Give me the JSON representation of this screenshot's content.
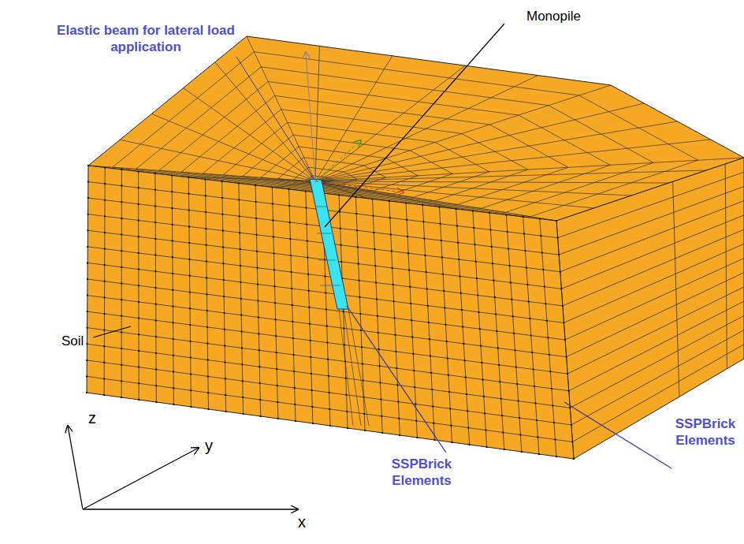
{
  "diagram": {
    "labels": [
      "Elastic beam for lateral load application",
      "Monopile",
      "Soil",
      "SSPBrick Elements",
      "SSPBrick Elements",
      "z",
      "y",
      "x"
    ]
  }
}
